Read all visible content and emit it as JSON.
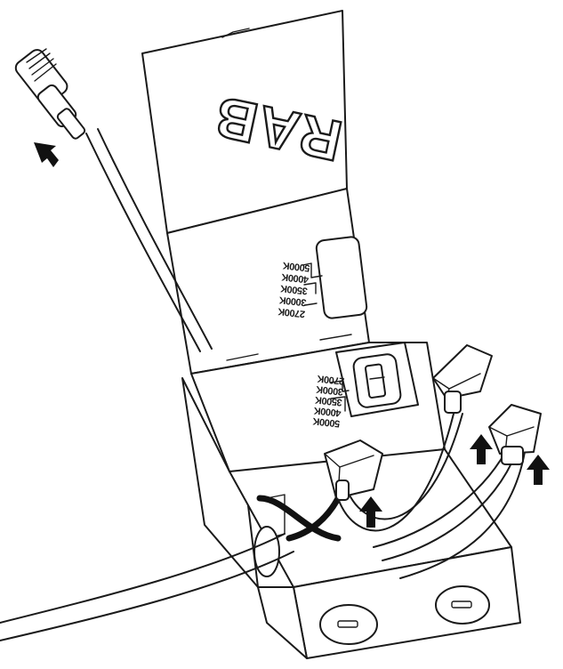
{
  "logo": {
    "text": "RAB"
  },
  "lid_label": {
    "options": [
      "2700K",
      "3000K",
      "3500K",
      "4000K",
      "5000K"
    ]
  },
  "inner_label": {
    "options": [
      "5000K",
      "4000K",
      "3500K",
      "3000K",
      "2700K"
    ]
  },
  "icons": [
    "arrow-up",
    "connector-plug",
    "cct-selector-switch",
    "knockout-hole"
  ],
  "colors": {
    "line": "#1a1a1a",
    "fill": "#ffffff",
    "wire_black": "#111111"
  }
}
